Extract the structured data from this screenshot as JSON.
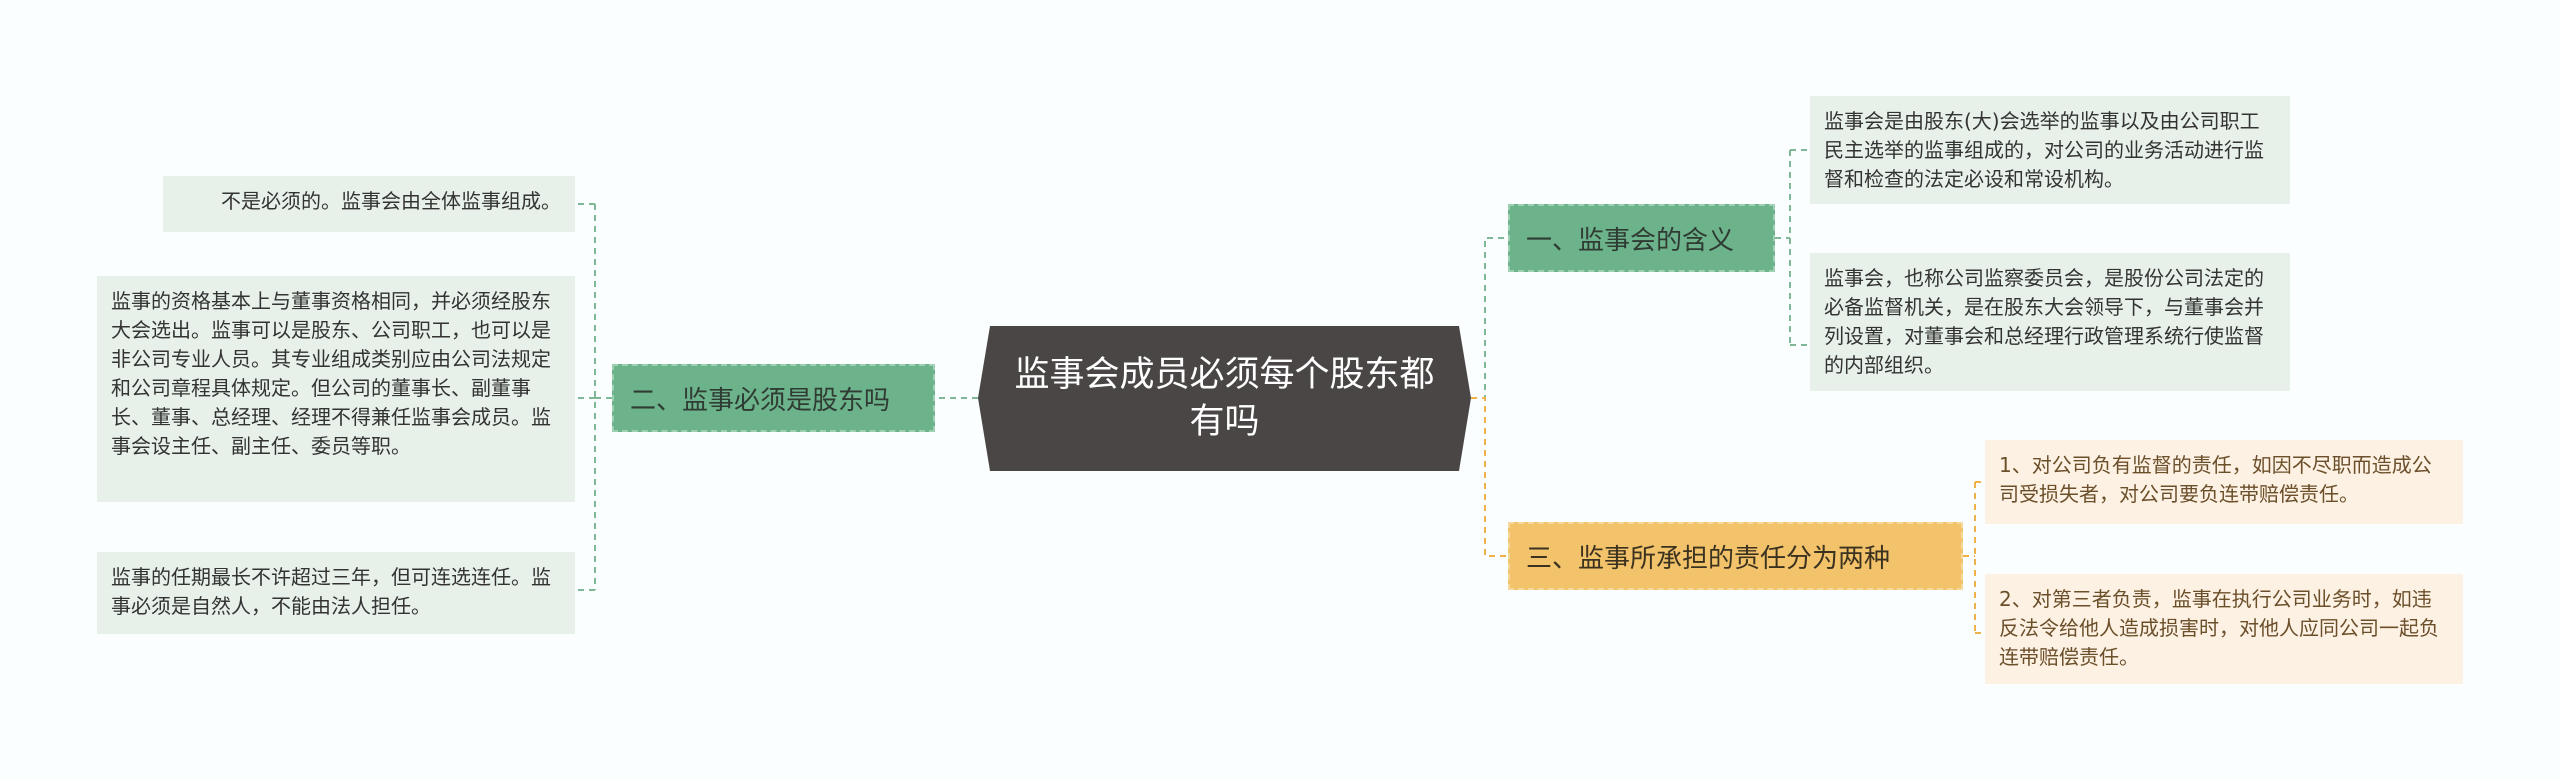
{
  "central": {
    "title": "监事会成员必须每个股东都有吗"
  },
  "right": [
    {
      "label": "一、监事会的含义",
      "children": [
        "监事会是由股东(大)会选举的监事以及由公司职工民主选举的监事组成的，对公司的业务活动进行监督和检查的法定必设和常设机构。",
        "监事会，也称公司监察委员会，是股份公司法定的必备监督机关，是在股东大会领导下，与董事会并列设置，对董事会和总经理行政管理系统行使监督的内部组织。"
      ]
    },
    {
      "label": "三、监事所承担的责任分为两种",
      "children": [
        "1、对公司负有监督的责任，如因不尽职而造成公司受损失者，对公司要负连带赔偿责任。",
        "2、对第三者负责，监事在执行公司业务时，如违反法令给他人造成损害时，对他人应同公司一起负连带赔偿责任。"
      ]
    }
  ],
  "left": [
    {
      "label": "二、监事必须是股东吗",
      "children": [
        "不是必须的。监事会由全体监事组成。",
        "监事的资格基本上与董事资格相同，并必须经股东大会选出。监事可以是股东、公司职工，也可以是非公司专业人员。其专业组成类别应由公司法规定和公司章程具体规定。但公司的董事长、副董事长、董事、总经理、经理不得兼任监事会成员。监事会设主任、副主任、委员等职。",
        "监事的任期最长不许超过三年，但可连选连任。监事必须是自然人，不能由法人担任。"
      ]
    }
  ],
  "colors": {
    "central_bg": "#4a4646",
    "green_topic": "#6cb28a",
    "green_leaf": "#e7f1ea",
    "orange_topic": "#f2c36a",
    "orange_leaf": "#fdf1e3",
    "green_line": "#7fb896",
    "orange_line": "#f0b04a"
  }
}
